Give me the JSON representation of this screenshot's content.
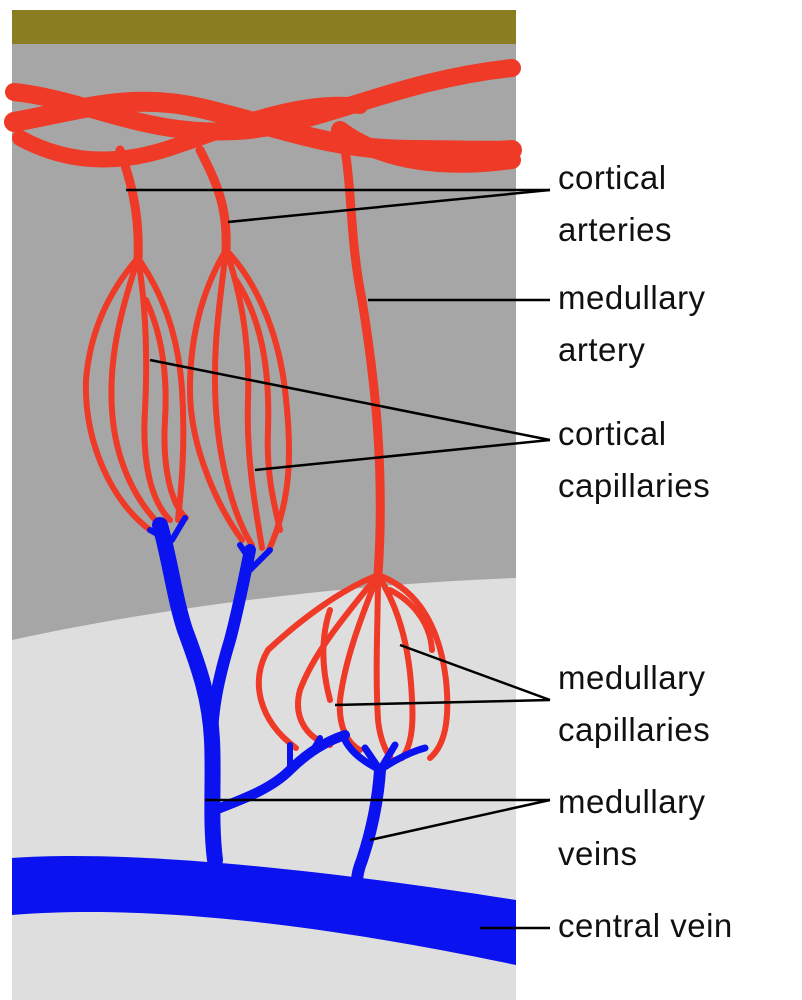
{
  "colors": {
    "cortex_band": "#8a7d22",
    "cortex": "#a6a6a6",
    "medulla": "#dedede",
    "artery": "#ee3a26",
    "vein": "#0b12f0",
    "leader": "#000000"
  },
  "labels": {
    "cortical_arteries": {
      "line1": "cortical",
      "line2": "arteries"
    },
    "medullary_artery": {
      "line1": "medullary",
      "line2": "artery"
    },
    "cortical_capillaries": {
      "line1": "cortical",
      "line2": "capillaries"
    },
    "medullary_capillaries": {
      "line1": "medullary",
      "line2": "capillaries"
    },
    "medullary_veins": {
      "line1": "medullary",
      "line2": "veins"
    },
    "central_vein": {
      "line1": "central vein"
    }
  }
}
